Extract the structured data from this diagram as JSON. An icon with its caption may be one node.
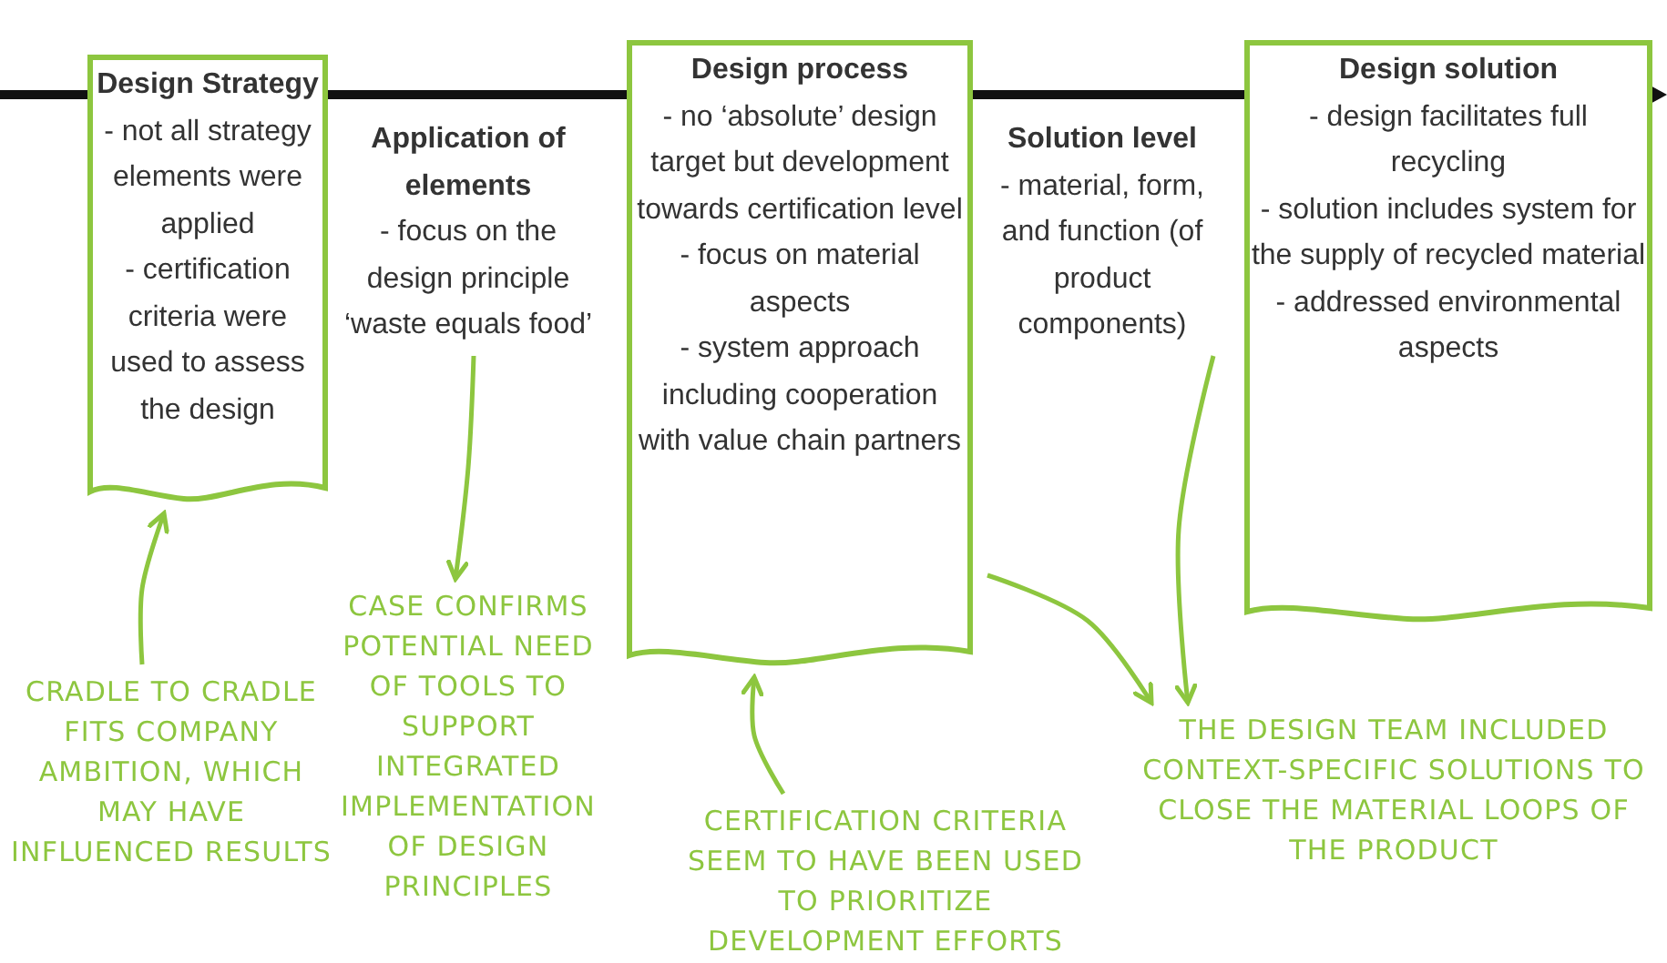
{
  "diagram": {
    "nodes": [
      {
        "text": [
          "Design Strategy",
          "- not all strategy elements were applied",
          "- certification criteria were used to assess the design"
        ]
      },
      {
        "text": [
          "Application of elements",
          "- focus on the design principle ‘waste equals food’"
        ]
      },
      {
        "text": [
          "Design process",
          "- no ‘absolute’ design target but development towards certification level",
          "- focus on material aspects",
          "- system approach including cooperation with value chain partners"
        ]
      },
      {
        "text": [
          "Solution level",
          "- material, form, and function (of product components)"
        ]
      },
      {
        "text": [
          "Design solution",
          "- design facilitates full recycling",
          "- solution includes system for the supply of recycled material",
          "- addressed environmental aspects"
        ]
      },
      {
        "text": [
          "CRADLE TO CRADLE FITS COMPANY AMBITION, WHICH MAY HAVE INFLUENCED RESULTS"
        ]
      },
      {
        "text": [
          "CASE CONFIRMS POTENTIAL NEED OF TOOLS TO SUPPORT INTEGRATED IMPLEMENTATION OF DESIGN PRINCIPLES"
        ]
      },
      {
        "text": [
          "CERTIFICATION CRITERIA SEEM TO HAVE BEEN USED TO PRIORITIZE DEVELOPMENT EFFORTS"
        ]
      },
      {
        "text": [
          "THE DESIGN TEAM INCLUDED CONTEXT-SPECIFIC SOLUTIONS TO CLOSE THE MATERIAL LOOPS OF THE PRODUCT"
        ]
      }
    ],
    "edges": [
      {
        "from": 5,
        "to": 0,
        "arrow": "to"
      },
      {
        "from": 1,
        "to": 6,
        "arrow": "to"
      },
      {
        "from": 7,
        "to": 2,
        "arrow": "to"
      },
      {
        "from": 2,
        "to": 8,
        "arrow": "to"
      },
      {
        "from": 3,
        "to": 8,
        "arrow": "to"
      }
    ]
  }
}
